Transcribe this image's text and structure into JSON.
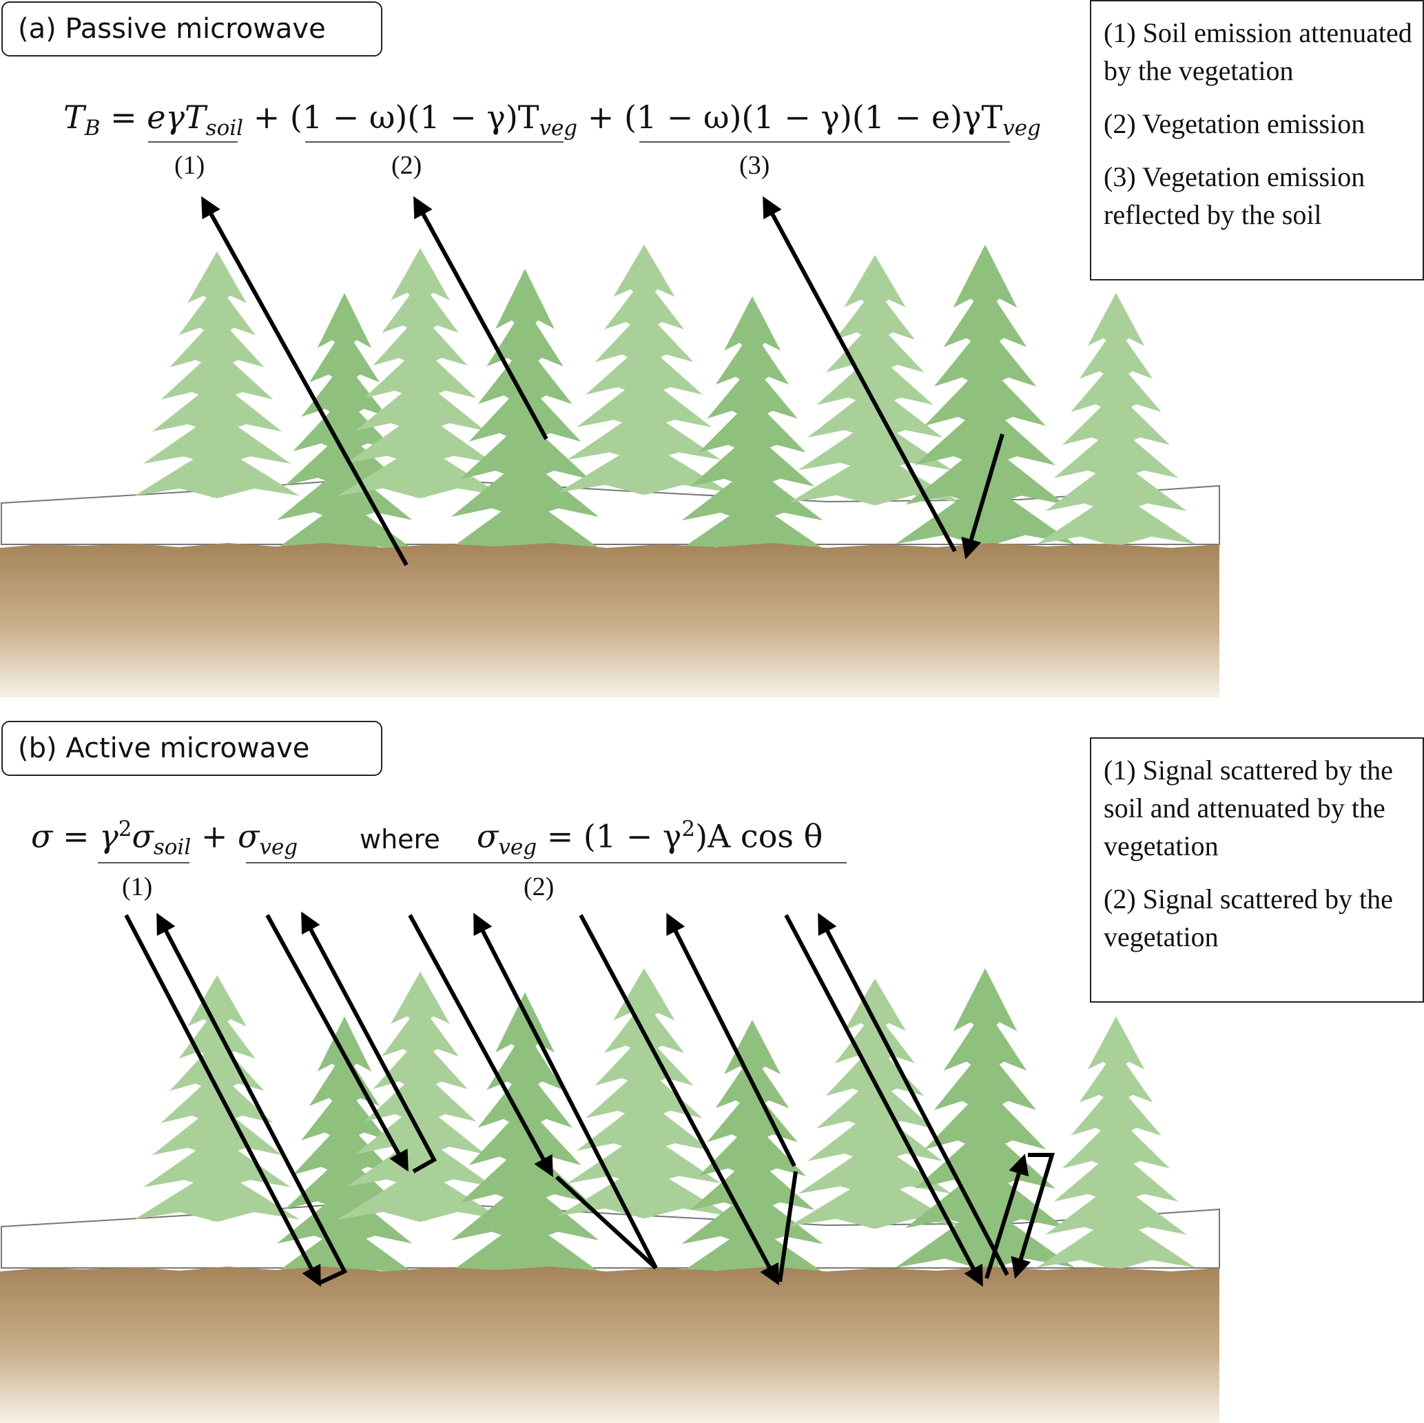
{
  "panel_a": {
    "title": "(a) Passive microwave",
    "equation": {
      "lhs": "T",
      "lhs_sub": "B",
      "eq_sign": "=",
      "term1": "eγT",
      "term1_sub": "soil",
      "plus": "+",
      "term2": "(1 − ω)(1 − γ)T",
      "term2_sub": "veg",
      "term3": "(1 − ω)(1 − γ)(1 − e)γT",
      "term3_sub": "veg"
    },
    "term_labels": [
      "(1)",
      "(2)",
      "(3)"
    ],
    "legend": [
      "(1) Soil emission attenuated by the vegetation",
      "(2) Vegetation emission",
      "(3) Vegetation emission reflected by the soil"
    ]
  },
  "panel_b": {
    "title": "(b) Active microwave",
    "equation": {
      "lhs": "σ",
      "eq_sign": "=",
      "term1": "γ",
      "term1_sup": "2",
      "term1_b": "σ",
      "term1_sub": "soil",
      "plus": "+",
      "term2": "σ",
      "term2_sub": "veg",
      "where": "where",
      "def_lhs": "σ",
      "def_lhs_sub": "veg",
      "def_rhs_a": "= (1 − γ",
      "def_rhs_sup": "2",
      "def_rhs_b": ")A cos θ"
    },
    "term_labels": [
      "(1)",
      "(2)"
    ],
    "legend": [
      "(1) Signal scattered by the soil and attenuated by the vegetation",
      "(2) Signal scattered by the vegetation"
    ]
  },
  "colors": {
    "soil_top": "#a6845a",
    "soil_bottom": "#f2ebe0",
    "tree_light": "#aad09a",
    "tree_dark": "#8fc07e",
    "snow": "#ffffff",
    "arrow": "#000000"
  }
}
